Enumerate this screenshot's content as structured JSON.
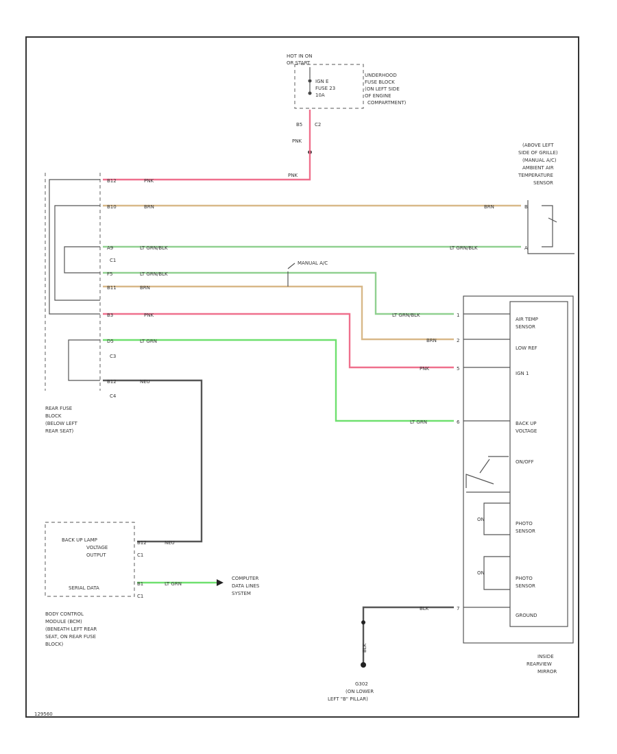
{
  "colors": {
    "pnk": "#ef6f8c",
    "brn": "#d8b888",
    "lt_grn_blk": "#8fd08f",
    "lt_grn": "#6ee06e",
    "blk": "#555555",
    "frame": "#333333"
  },
  "fuse": {
    "hot_label": "HOT IN ON",
    "hot_label2": "OR START",
    "fuse_name": "IGN E",
    "fuse_num": "FUSE 23",
    "fuse_amp": "10A",
    "location": [
      "UNDERHOOD",
      "FUSE BLOCK",
      "(ON LEFT SIDE",
      "OF ENGINE",
      "COMPARTMENT)"
    ],
    "conn_pin": "B5",
    "conn_name": "C2",
    "wire_label_1": "PNK",
    "wire_label_2": "PNK"
  },
  "ambient_sensor": {
    "location": [
      "(ABOVE LEFT",
      "SIDE OF GRILLE)",
      "(MANUAL A/C)",
      "AMBIENT AIR",
      "TEMPERATURE",
      "SENSOR"
    ],
    "pin_b": "B",
    "pin_a": "A"
  },
  "rear_fuse_block": {
    "pins": [
      "B12",
      "B10",
      "A9",
      "F5",
      "B11",
      "B3",
      "D5",
      "B12"
    ],
    "conn_c1": "C1",
    "conn_c3": "C3",
    "conn_c4": "C4",
    "location": [
      "REAR FUSE",
      "BLOCK",
      "(BELOW LEFT",
      "REAR SEAT)"
    ]
  },
  "wires": {
    "w_pnk_top": "PNK",
    "w_brn": "BRN",
    "w_ltgrnblk": "LT GRN/BLK",
    "w_ltgrnblk2": "LT GRN/BLK",
    "w_brn2": "BRN",
    "w_pnk": "PNK",
    "w_ltgrn": "LT GRN",
    "w_neu": "NEU",
    "manual_ac": "MANUAL A/C",
    "mirror_ltgrnblk": "LT GRN/BLK",
    "mirror_brn": "BRN",
    "mirror_pnk": "PNK",
    "mirror_ltgrn": "LT GRN",
    "ambient_brn": "BRN",
    "ambient_ltgrnblk": "LT GRN/BLK",
    "ground_blk": "BLK",
    "ground_blk_v": "BLK",
    "bcm_neu": "NEU",
    "bcm_ltgrn": "LT GRN"
  },
  "mirror": {
    "pins": [
      "1",
      "2",
      "5",
      "6",
      "7"
    ],
    "labels": {
      "air_temp": [
        "AIR TEMP",
        "SENSOR"
      ],
      "low_ref": "LOW REF",
      "ign1": "IGN 1",
      "backup": [
        "BACK UP",
        "VOLTAGE"
      ],
      "onoff": "ON/OFF",
      "photo1": [
        "PHOTO",
        "SENSOR"
      ],
      "photo2": [
        "PHOTO",
        "SENSOR"
      ],
      "ground": "GROUND"
    },
    "photo_left_1": "ON",
    "photo_left_2": "ON",
    "location": [
      "INSIDE",
      "REARVIEW",
      "MIRROR"
    ]
  },
  "bcm": {
    "label_backup": [
      "BACK UP LAMP",
      "VOLTAGE",
      "OUTPUT"
    ],
    "label_serial": "SERIAL DATA",
    "pin_backup": "B12",
    "conn_backup": "C1",
    "pin_serial": "B1",
    "conn_serial": "C1",
    "location": [
      "BODY CONTROL",
      "MODULE (BCM)",
      "(BENEATH LEFT REAR",
      "SEAT, ON REAR FUSE",
      "BLOCK)"
    ]
  },
  "computer_data": [
    "COMPUTER",
    "DATA LINES",
    "SYSTEM"
  ],
  "ground": {
    "name": "G302",
    "location": [
      "(ON LOWER",
      "LEFT \"B\" PILLAR)"
    ]
  },
  "diagram_id": "129560"
}
